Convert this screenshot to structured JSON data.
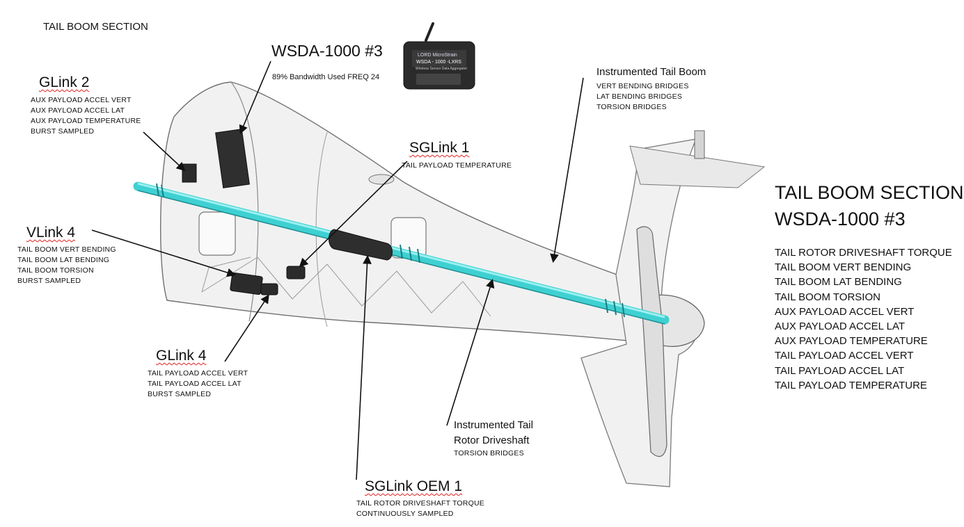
{
  "page_title": "TAIL BOOM SECTION",
  "wsda": {
    "title": "WSDA-1000 #3",
    "note": "89% Bandwidth Used   FREQ 24",
    "device_brand": "LORD MicroStrain",
    "device_model": "WSDA - 1000 -LXRS",
    "device_caption": "Wireless Sensor Data Aggregator"
  },
  "glink2": {
    "title": "GLink 2",
    "lines": [
      "AUX PAYLOAD ACCEL VERT",
      "AUX PAYLOAD ACCEL LAT",
      "AUX PAYLOAD TEMPERATURE",
      "BURST SAMPLED"
    ]
  },
  "sglink1": {
    "title": "SGLink 1",
    "lines": [
      "TAIL PAYLOAD TEMPERATURE"
    ]
  },
  "vlink4": {
    "title": "VLink 4",
    "lines": [
      "TAIL BOOM VERT BENDING",
      "TAIL BOOM LAT BENDING",
      "TAIL BOOM TORSION",
      "BURST SAMPLED"
    ]
  },
  "glink4": {
    "title": "GLink 4",
    "lines": [
      "TAIL PAYLOAD ACCEL VERT",
      "TAIL PAYLOAD ACCEL LAT",
      "BURST SAMPLED"
    ]
  },
  "tail_boom": {
    "title": "Instrumented Tail Boom",
    "lines": [
      "VERT BENDING BRIDGES",
      "LAT BENDING BRIDGES",
      "TORSION  BRIDGES"
    ]
  },
  "driveshaft": {
    "title_line1": "Instrumented Tail",
    "title_line2": "Rotor Driveshaft",
    "lines": [
      "TORSION  BRIDGES"
    ]
  },
  "sglink_oem": {
    "title": "SGLink OEM 1",
    "lines": [
      "TAIL ROTOR DRIVESHAFT TORQUE",
      "CONTINUOUSLY SAMPLED"
    ]
  },
  "summary": {
    "title_line1": "TAIL BOOM SECTION",
    "title_line2": "WSDA-1000  #3",
    "items": [
      "TAIL ROTOR DRIVESHAFT TORQUE",
      "TAIL BOOM VERT BENDING",
      "TAIL BOOM LAT BENDING",
      "TAIL BOOM TORSION",
      "AUX PAYLOAD ACCEL VERT",
      "AUX PAYLOAD ACCEL LAT",
      "AUX PAYLOAD TEMPERATURE",
      "TAIL PAYLOAD ACCEL VERT",
      "TAIL PAYLOAD ACCEL LAT",
      "TAIL PAYLOAD TEMPERATURE"
    ]
  },
  "colors": {
    "shaft": "#3fd0d2",
    "outline": "#6f6f6f",
    "device": "#2b2b2b"
  }
}
